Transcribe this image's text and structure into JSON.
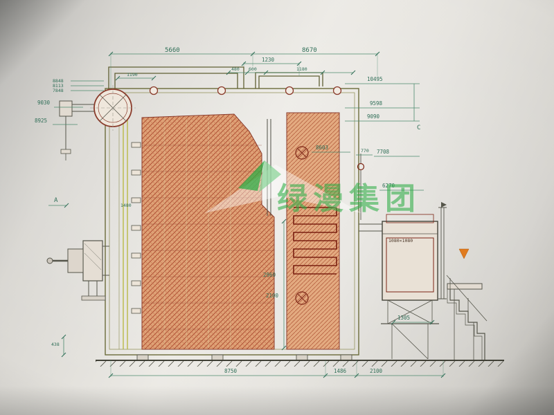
{
  "watermark": {
    "text": "绿漫集团"
  },
  "labels": {
    "d5660": "5660",
    "d8670": "8670",
    "d1230": "1230",
    "d1190": "1190",
    "d480": "480",
    "d600": "600",
    "d1180": "1180",
    "d10495": "10495",
    "d9598": "9598",
    "d9090": "9090",
    "d8848": "8848",
    "d8113": "8113",
    "d7848": "7848",
    "d9030": "9030",
    "d8925": "8925",
    "d8603": "8603",
    "d770": "770",
    "d7708": "7708",
    "d6270": "6270",
    "d1480": "1480",
    "d2960": "2960",
    "d2100mid": "2100",
    "d1305": "1305",
    "d8750": "8750",
    "d1486": "1486",
    "d2100": "2100",
    "d438": "438",
    "econ": "1080×1080",
    "markerC": "C",
    "markerA": "A"
  }
}
